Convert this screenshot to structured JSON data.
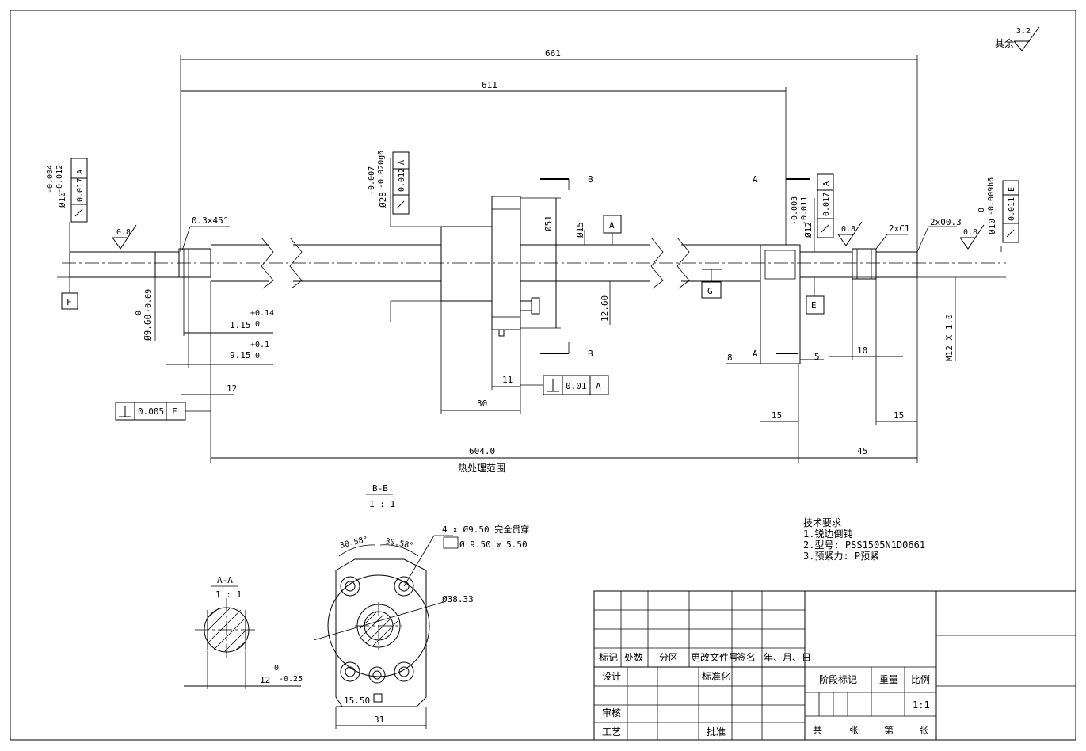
{
  "surface_finish": {
    "label": "其余",
    "value": "3.2"
  },
  "dims": {
    "overall": "661",
    "total_611": "611",
    "heat_len": "604.0",
    "right_45": "45",
    "d30": "30",
    "d11": "11",
    "d12": "12",
    "d8": "8",
    "d5": "5",
    "d10": "10",
    "d15a": "15",
    "d15b": "15",
    "chamfer": "0.3×45°",
    "chamfer_2x03": "2x00.3",
    "chamfer_2xc1": "2xC1",
    "dia51": "Ø51",
    "dia15": "Ø15",
    "r1260": "12.60",
    "thread": "M12 X 1.0",
    "ra08": "0.8",
    "tol_115": "1.15",
    "tol_115_up": "+0.14",
    "tol_115_lo": "0",
    "tol_915": "9.15",
    "tol_915_up": "+0.1",
    "tol_915_lo": "0",
    "dia96": "Ø9.60",
    "dia96_up": "0",
    "dia96_lo": "-0.09",
    "dia10_left": "Ø10",
    "dia10_left_up": "-0.004",
    "dia10_left_lo": "-0.012",
    "dia28": "Ø28",
    "dia28_up": "-0.007",
    "dia28_lo": "-0.020g6",
    "dia12": "Ø12",
    "dia12_up": "-0.003",
    "dia12_lo": "-0.011",
    "dia10_right": "Ø10",
    "dia10_right_up": "0",
    "dia10_right_lo": "-0.009h6"
  },
  "gdt": {
    "left_runout": {
      "val": "0.017",
      "ref": "A"
    },
    "nut_runout": {
      "val": "0.012",
      "ref": "A"
    },
    "right_runout": {
      "val": "0.017",
      "ref": "A"
    },
    "end_runout": {
      "val": "0.011",
      "ref": "E"
    },
    "perp_flange": {
      "val": "0.01",
      "ref": "A"
    },
    "perp_end": {
      "val": "0.005",
      "ref": "F"
    }
  },
  "datums": {
    "a": "A",
    "e": "E",
    "f": "F",
    "g": "G"
  },
  "section_marks": {
    "b": "B",
    "a": "A"
  },
  "heat_label": "热处理范围",
  "section_bb": {
    "title": "B-B",
    "scale": "1 : 1",
    "holes": "4 x Ø9.50 完全贯穿",
    "cbore": "Ø 9.50 ⩔ 5.50",
    "ang1": "30.58°",
    "ang2": "30.58°",
    "pcd": "Ø38.33",
    "w31": "31",
    "w155": "15.50"
  },
  "section_aa": {
    "title": "A-A",
    "scale": "1 : 1",
    "dim": "12",
    "dim_up": "0",
    "dim_lo": "-0.25"
  },
  "tech": {
    "title": "技术要求",
    "items": [
      "1.锐边倒钝",
      "2.型号: PSS1505N1D0661",
      "3.预紧力: P预紧"
    ]
  },
  "title_block": {
    "headers": [
      "标记",
      "处数",
      "分区",
      "更改文件号",
      "签名",
      "年、月、日"
    ],
    "rows": [
      "设计",
      "审核",
      "工艺"
    ],
    "std": "标准化",
    "approve": "批准",
    "stage": "阶段标记",
    "weight": "重量",
    "scale_label": "比例",
    "scale": "1:1",
    "sheet": [
      "共",
      "张",
      "第",
      "张"
    ]
  }
}
